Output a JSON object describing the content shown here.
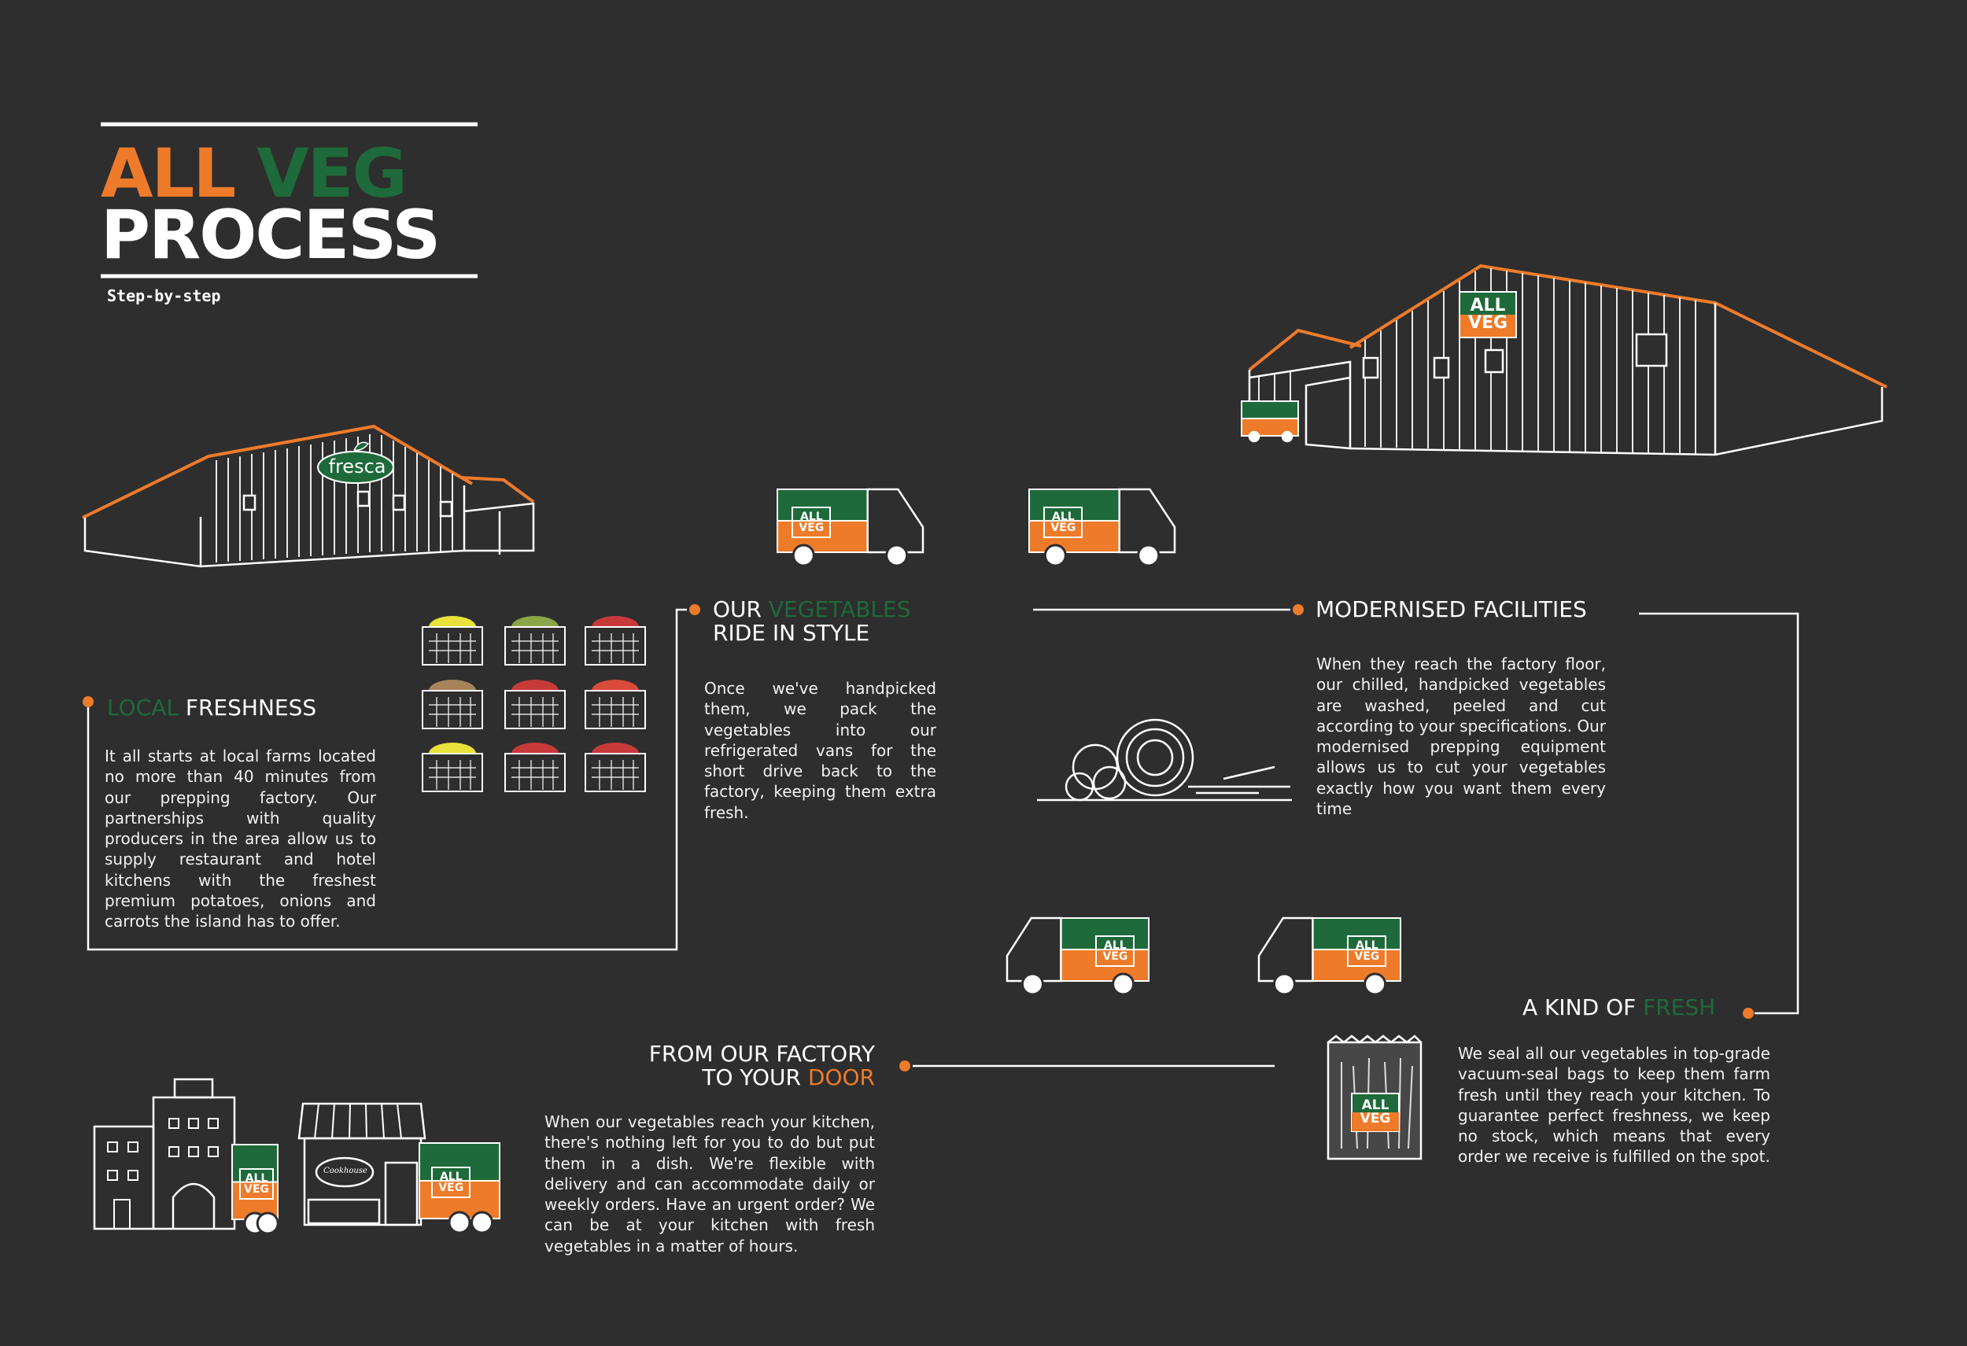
{
  "title": {
    "word_all": "ALL",
    "word_veg": "VEG",
    "word_process": "PROCESS",
    "subtitle": "Step-by-step"
  },
  "colors": {
    "background": "#2e2e2e",
    "orange": "#ee7b2a",
    "green": "#1e6a3a",
    "line": "#ffffff"
  },
  "farm": {
    "sign": "fresca"
  },
  "factory": {
    "brand_line1": "ALL",
    "brand_line2": "VEG"
  },
  "van": {
    "brand_line1": "ALL",
    "brand_line2": "VEG"
  },
  "shop": {
    "sign": "Cookhouse"
  },
  "steps": [
    {
      "head_accent": "LOCAL",
      "head_rest": "FRESHNESS",
      "text": "It all starts at local farms located no more than 40 minutes from our prepping factory. Our partnerships with quality producers in the area allow us to supply restaurant and hotel kitchens with the freshest premium potatoes, onions and carrots the island has to offer."
    },
    {
      "head_pre": "OUR",
      "head_accent": "VEGETABLES",
      "head_rest": "RIDE IN STYLE",
      "text": "Once we've handpicked them, we pack the vegetables into our refrigerated vans for the short drive back to the factory, keeping them extra fresh."
    },
    {
      "head": "MODERNISED FACILITIES",
      "text": "When they reach the factory floor, our chilled, handpicked vegetables are washed, peeled and cut according to your specifications. Our modernised prepping equipment allows us to cut your vegetables exactly how you want them every time"
    },
    {
      "head_pre": "A KIND OF",
      "head_accent": "FRESH",
      "text": "We seal all our vegetables in top-grade vacuum-seal bags to keep them farm fresh until they reach your kitchen. To guarantee perfect freshness, we keep no stock, which means that every order we receive is fulfilled on the spot."
    },
    {
      "head_line1": "FROM OUR FACTORY",
      "head_pre": "TO YOUR",
      "head_accent": "DOOR",
      "text": "When our vegetables reach your kitchen, there's nothing left for you to do but put them in a dish. We're flexible with delivery and can accommodate daily or weekly orders. Have an urgent order? We can be at your kitchen with fresh vegetables in a matter of hours."
    }
  ]
}
